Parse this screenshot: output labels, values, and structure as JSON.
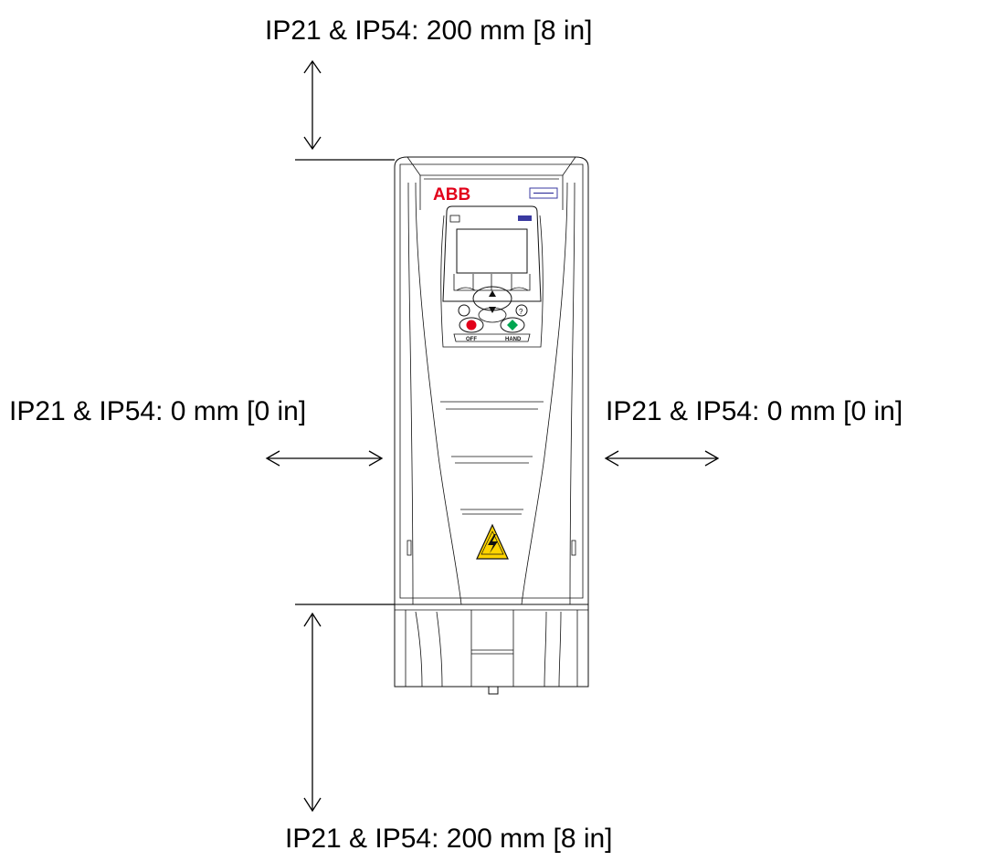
{
  "labels": {
    "top": "IP21 & IP54: 200 mm [8 in]",
    "left": "IP21 & IP54: 0 mm [0 in]",
    "right": "IP21 & IP54: 0 mm [0 in]",
    "bottom": "IP21 & IP54: 200 mm [8 in]"
  },
  "drive": {
    "brand_logo": "ABB",
    "panel_buttons": {
      "off": "OFF",
      "hand": "HAND"
    },
    "warning_icon": "high-voltage-warning-icon"
  },
  "colors": {
    "abb_red": "#e2001a",
    "warning_yellow": "#ffd400",
    "stop_red": "#e2001a",
    "start_green": "#00a650"
  }
}
